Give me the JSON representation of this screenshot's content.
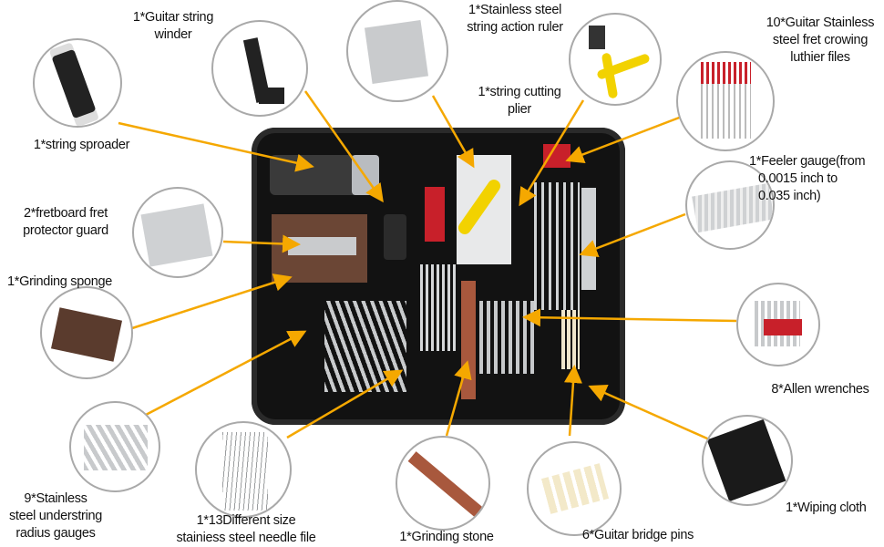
{
  "accent_color": "#f5a800",
  "items": [
    {
      "id": "spreader",
      "label_lines": [
        "1*string sproader"
      ]
    },
    {
      "id": "winder",
      "label_lines": [
        "1*Guitar string",
        "winder"
      ]
    },
    {
      "id": "ruler",
      "label_lines": [
        "1*Stainless steel",
        "string action ruler"
      ]
    },
    {
      "id": "plier",
      "label_lines": [
        "1*string cutting",
        "plier"
      ]
    },
    {
      "id": "files",
      "label_lines": [
        "10*Guitar Stainless",
        "steel fret crowing",
        "luthier files"
      ]
    },
    {
      "id": "feeler",
      "label_lines": [
        "1*Feeler gauge(from",
        "0.0015 inch to",
        "0.035 inch)"
      ]
    },
    {
      "id": "fret_protector",
      "label_lines": [
        "2*fretboard fret",
        "protector guard"
      ]
    },
    {
      "id": "sponge",
      "label_lines": [
        "1*Grinding sponge"
      ]
    },
    {
      "id": "allen",
      "label_lines": [
        "8*Allen wrenches"
      ]
    },
    {
      "id": "cloth",
      "label_lines": [
        "1*Wiping cloth"
      ]
    },
    {
      "id": "radius",
      "label_lines": [
        "9*Stainless",
        "steel understring",
        "radius gauges"
      ]
    },
    {
      "id": "needle",
      "label_lines": [
        "1*13Different size",
        "stainiess steel needle file"
      ]
    },
    {
      "id": "stone",
      "label_lines": [
        "1*Grinding stone"
      ]
    },
    {
      "id": "pins",
      "label_lines": [
        "6*Guitar bridge pins"
      ]
    }
  ]
}
